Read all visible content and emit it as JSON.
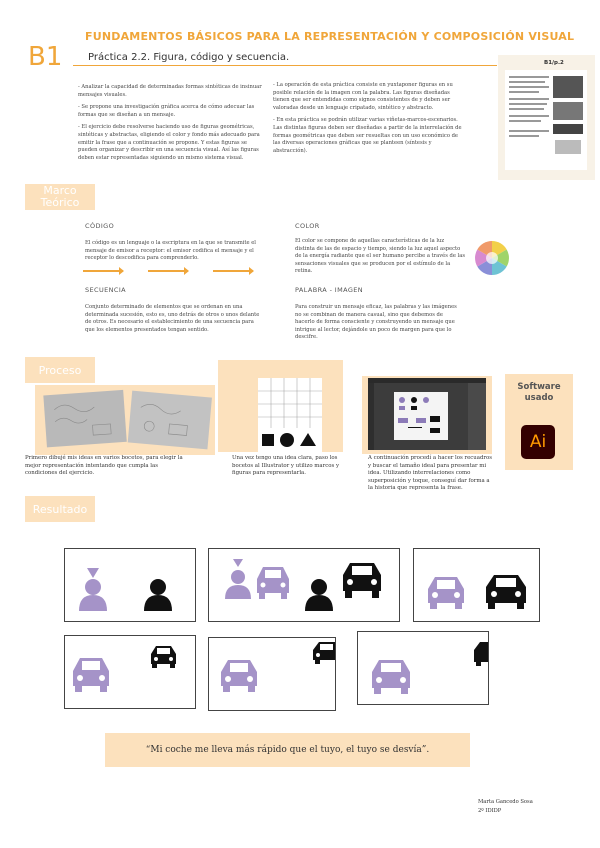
{
  "header": {
    "title": "FUNDAMENTOS BÁSICOS PARA LA REPRESENTACIÓN Y COMPOSICIÓN VISUAL",
    "code": "B1",
    "subtitle": "Práctica 2.2.   Figura, código y secuencia.",
    "page_tag": "B1/p.2"
  },
  "intro": {
    "left": [
      "- Analizar la capacidad de determinadas formas sintéticas de insinuar mensajes visuales.",
      "- Se propone una investigación gráfica acerca de cómo adecuar las formas que se diseñan a un mensaje.",
      "- El ejercicio debe resolverse haciendo uso de figuras geométricas, sintéticas y abstractas, eligiendo el color y fondo más adecuado para emitir la frase que a continuación se propone. Y estas figuras se pueden organizar y describir en una secuencia visual. Así las figuras deben estar representadas siguiendo un mismo sistema visual."
    ],
    "right": [
      "- La operación de esta práctica consiste en yuxtaponer figuras en su posible relación de la imagen con la palabra. Las figuras diseñadas tienen que ser entendidas como signos consistentes de y deben ser valoradas desde un lenguaje cripatado, sintético y abstracto.",
      "- En esta práctica se podrán utilizar varias viñetas-marcos-escenarios. Las distintas figuras deben ser diseñadas a partir de la interrelación de formas geométricas que deben ser resueltas con un uso económico de las diversas operaciones gráficas que se planteen (síntesis y abstracción)."
    ]
  },
  "marco": {
    "banner": "Marco Teórico",
    "codigo": {
      "head": "CÓDIGO",
      "text": "El código es un lenguaje o la escriptura en la que se transmite el mensaje de emisor a receptor: el emisor codifica el mensaje y el receptor lo descodifica para comprenderlo."
    },
    "color": {
      "head": "COLOR",
      "text": "El color se compone de aquellas características de la luz distinta de las de espacio y tiempo, siendo la luz aquel aspecto de la energía radiante que el ser humano percibe a través de las sensaciones visuales que se producen por el estímulo de la retina."
    },
    "secuencia": {
      "head": "SECUENCIA",
      "text": "Conjunto determinado de elementos que se ordenan en una determinada sucesión, esto es, uno detrás de otros o unos delante de otros. Es necesario el establecimiento de una secuencia para que los elementos presentados tengan sentido."
    },
    "palabra": {
      "head": "PALABRA - IMAGEN",
      "text": "Para construir un mensaje eficaz, las palabras y las imágenes no se combinan de manera casual, sino que debemos de hacerlo de forma consciente y construyendo un mensaje que intrigue al lector, dejándole un poco de margen para que lo descifre."
    }
  },
  "proceso": {
    "banner": "Proceso",
    "captions": [
      "Primero dibujé mis ideas en varios bocetos, para elegir la mejor representación intentando que cumpla las condiciones del ejercicio.",
      "Una vez tengo una idea clara, paso los bocetos al Illustrator y utilizo marcos y figuras para representarla.",
      "A continuación procedí a hacer los recuadros y buscar el tamaño ideal para presentar mi idea. Utilizando interrelaciones como superposición y toque, conseguí dar forma a la historia que representa la frase."
    ],
    "software": {
      "label": "Software usado",
      "app": "Ai"
    }
  },
  "resultado": {
    "banner": "Resultado"
  },
  "quote": "“Mi coche me lleva más rápido que el tuyo, el tuyo se desvía”.",
  "author": {
    "name": "Marta Gancedo Sosa",
    "course": "2º IDIDP"
  },
  "colors": {
    "accent": "#f0a63a",
    "banner": "#fce1bd",
    "purple": "#a593c8",
    "black": "#111111",
    "ai_bg": "#330000",
    "ai_fg": "#ff9a00"
  }
}
